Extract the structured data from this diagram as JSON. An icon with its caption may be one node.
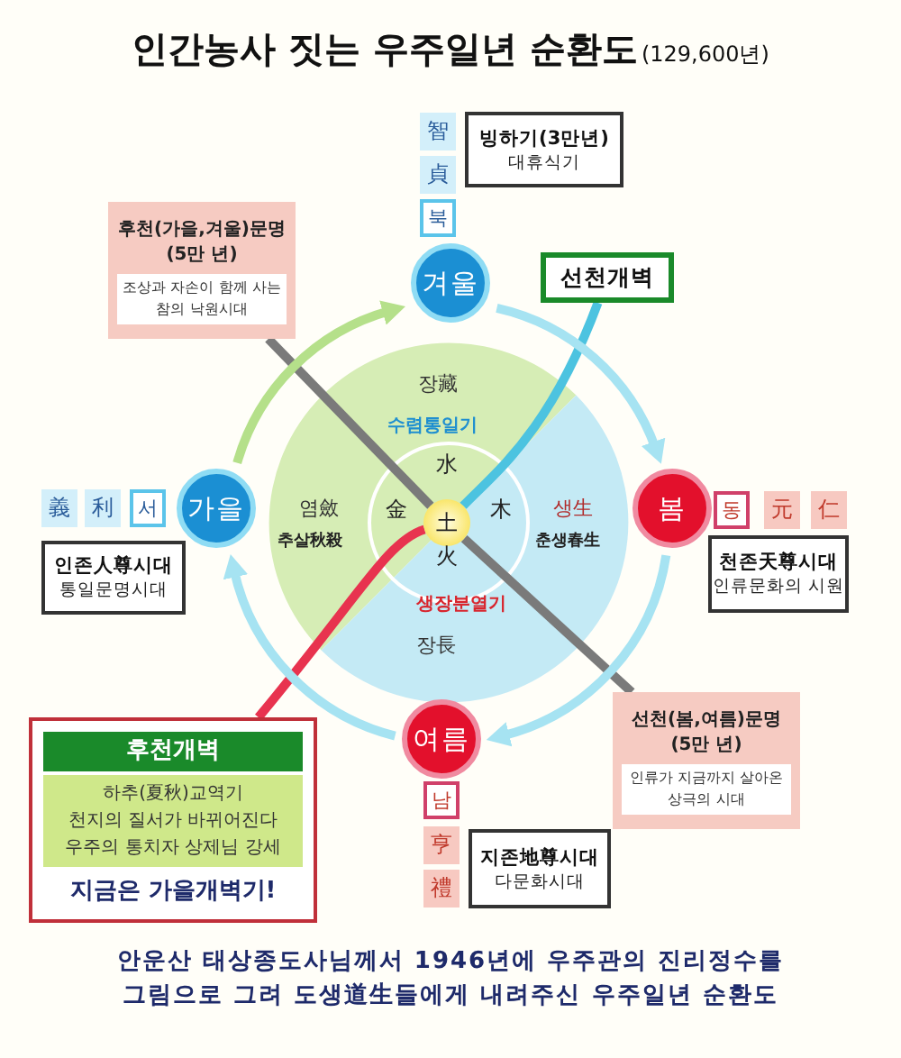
{
  "diagram": {
    "title": "인간농사 짓는 우주일년 순환도",
    "caption": "안운산 태상종도사님께서 1946년에 우주관의 진리정수를 그림으로 그려 도생道生들에게 내려주신 우주일년 순환도",
    "nodes": [
      {
        "text": [
          "겨울"
        ]
      },
      {
        "text": [
          "빙하기(3만년)",
          "대휴식기"
        ]
      },
      {
        "text": [
          "후천(가을,겨울)문명 (5만 년)",
          "조상과 자손이 함께 사는 참의 낙원시대"
        ]
      },
      {
        "text": [
          "선천개벽"
        ]
      },
      {
        "text": [
          "가을"
        ]
      },
      {
        "text": [
          "土"
        ]
      },
      {
        "text": [
          "봄"
        ]
      },
      {
        "text": [
          "인존人尊시대",
          "통일문명시대"
        ]
      },
      {
        "text": [
          "천존天尊시대",
          "인류문화의 시원"
        ]
      },
      {
        "text": [
          "선천(봄,여름)문명 (5만 년)",
          "인류가 지금까지 살아온 상극의 시대"
        ]
      },
      {
        "text": [
          "후천개벽",
          "하추(夏秋)교역기",
          "천지의 질서가 바뀌어진다",
          "우주의 통치자 상제님 강세",
          "지금은 가을개벽기!"
        ]
      },
      {
        "text": [
          "여름"
        ]
      },
      {
        "text": [
          "지존地尊시대",
          "다문화시대"
        ]
      }
    ],
    "edges": [
      {
        "from": 2,
        "to": 5,
        "arrow": "none",
        "color": "#7a7a7a"
      },
      {
        "from": 5,
        "to": 9,
        "arrow": "none",
        "color": "#7a7a7a"
      },
      {
        "from": 3,
        "to": 5,
        "arrow": "none",
        "color": "#4cc3e0"
      },
      {
        "from": 10,
        "to": 5,
        "arrow": "none",
        "color": "#e8334f"
      },
      {
        "from": 6,
        "to": 11,
        "arrow": "to",
        "color": "#a6e3f2"
      },
      {
        "from": 11,
        "to": 4,
        "arrow": "to",
        "color": "#a6e3f2"
      },
      {
        "from": 4,
        "to": 0,
        "arrow": "to",
        "color": "#b5e08a"
      },
      {
        "from": 0,
        "to": 6,
        "arrow": "to",
        "color": "#a6e3f2"
      }
    ],
    "labels": [
      "(129,600년)",
      "智",
      "貞",
      "북",
      "義",
      "利",
      "서",
      "장藏",
      "수렴통일기",
      "水",
      "염斂",
      "金",
      "木",
      "생生",
      "추살秋殺",
      "춘생春生",
      "火",
      "생장분열기",
      "장長",
      "동",
      "元",
      "仁",
      "남",
      "亨",
      "禮"
    ]
  }
}
